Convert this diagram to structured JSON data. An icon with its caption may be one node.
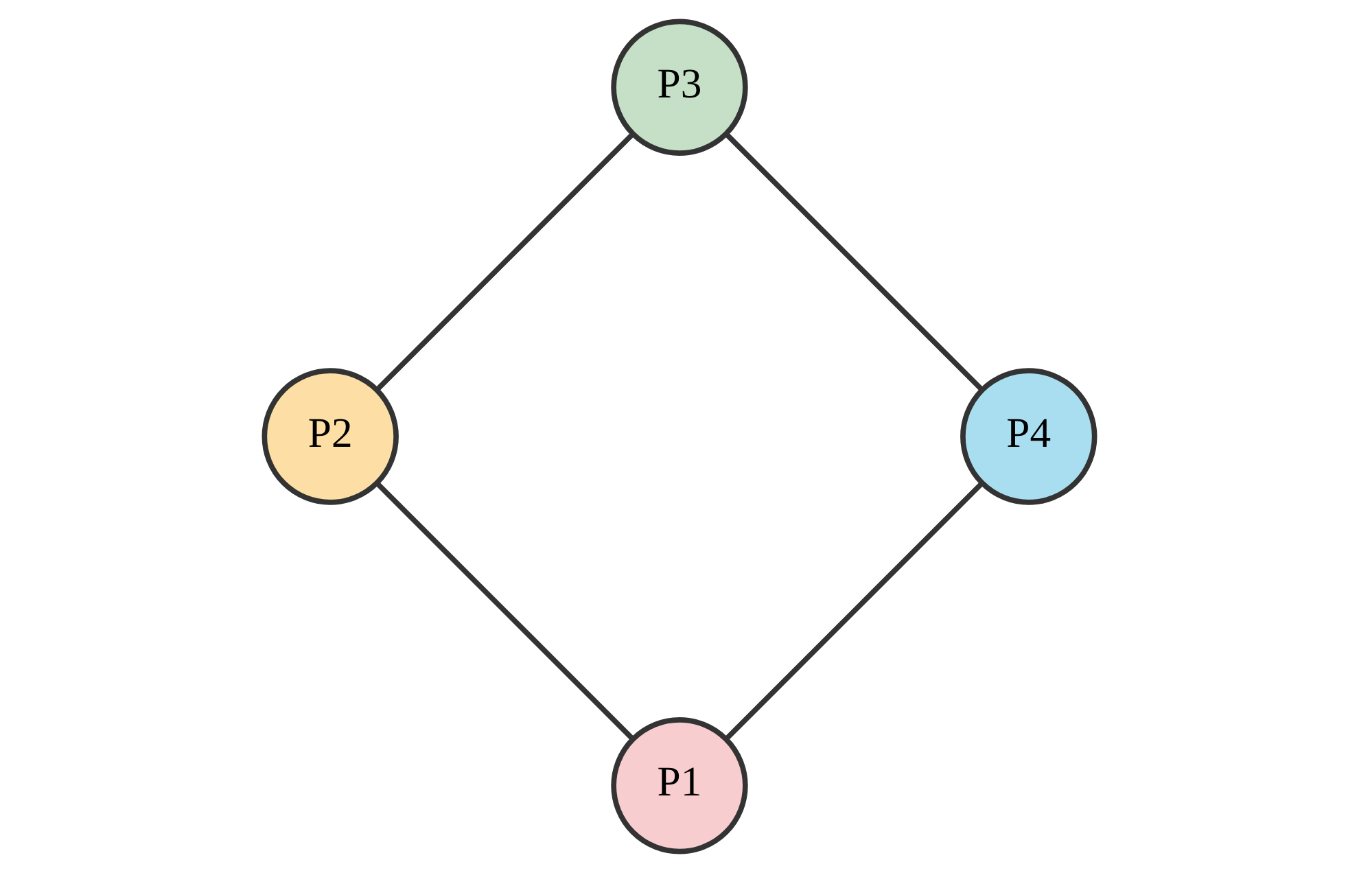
{
  "diagram": {
    "nodes": [
      {
        "text": [
          "P1"
        ]
      },
      {
        "text": [
          "P2"
        ]
      },
      {
        "text": [
          "P3"
        ]
      },
      {
        "text": [
          "P4"
        ]
      }
    ],
    "edges": [
      {
        "from": 0,
        "to": 1,
        "arrow": "none"
      },
      {
        "from": 1,
        "to": 2,
        "arrow": "none"
      },
      {
        "from": 2,
        "to": 3,
        "arrow": "none"
      },
      {
        "from": 3,
        "to": 0,
        "arrow": "none"
      }
    ]
  }
}
